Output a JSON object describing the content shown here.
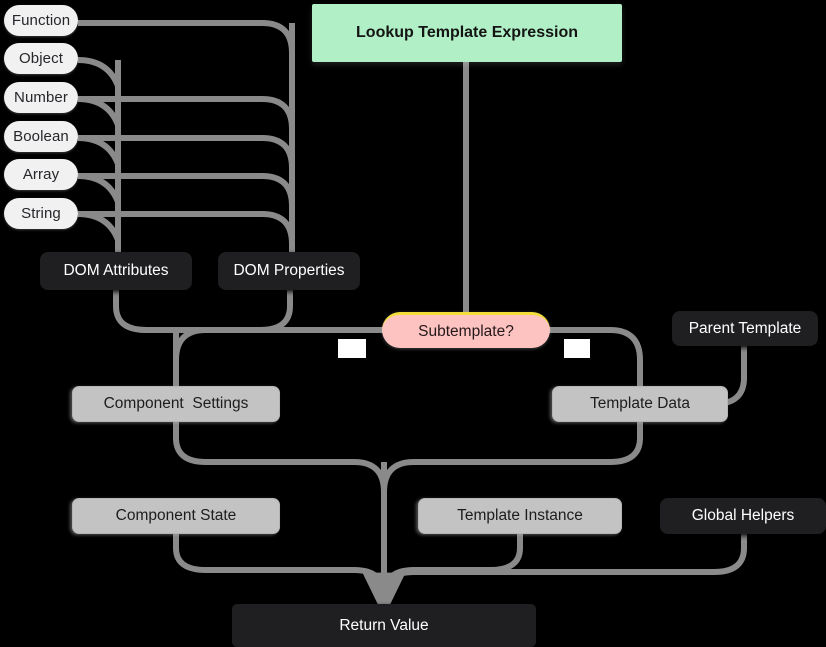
{
  "diagram": {
    "title_node": {
      "label": "Lookup Template Expression",
      "color": "#b1f0c7"
    },
    "decision_node": {
      "label": "Subtemplate?",
      "color": "#fcc3c0",
      "accent": "#f2dd3a"
    },
    "type_pills": [
      {
        "label": "Function"
      },
      {
        "label": "Object"
      },
      {
        "label": "Number"
      },
      {
        "label": "Boolean"
      },
      {
        "label": "Array"
      },
      {
        "label": "String"
      }
    ],
    "dom_nodes": [
      {
        "label": "DOM Attributes",
        "style": "dark"
      },
      {
        "label": "DOM Properties",
        "style": "dark"
      }
    ],
    "context_nodes": [
      {
        "label": "Component  Settings",
        "style": "grey"
      },
      {
        "label": "Template Data",
        "style": "grey"
      },
      {
        "label": "Parent Template",
        "style": "dark"
      }
    ],
    "source_nodes": [
      {
        "label": "Component State",
        "style": "grey"
      },
      {
        "label": "Template Instance",
        "style": "grey"
      },
      {
        "label": "Global Helpers",
        "style": "dark"
      }
    ],
    "result_node": {
      "label": "Return Value",
      "style": "dark"
    },
    "edge_labels": [
      "",
      ""
    ],
    "colors": {
      "background": "#000000",
      "edge": "#8a8a8a",
      "dark_node": "#1f1f21",
      "grey_node": "#c3c3c3",
      "pill_node": "#f1f1f1"
    }
  }
}
